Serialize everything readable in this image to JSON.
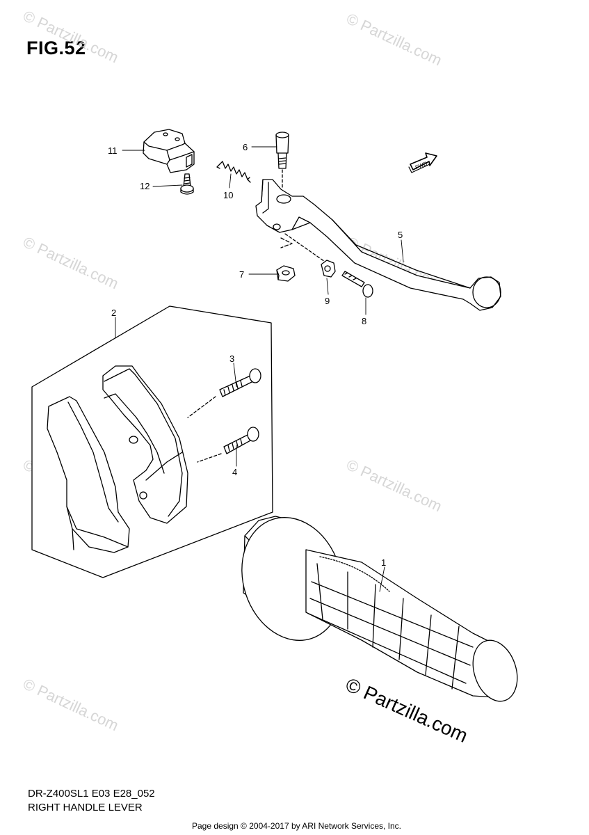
{
  "figure": {
    "title": "FIG.52",
    "model_code": "DR-Z400SL1 E03 E28_052",
    "caption": "RIGHT HANDLE LEVER"
  },
  "fwd_marker": "FWD",
  "callouts": [
    {
      "id": "c1",
      "label": "1"
    },
    {
      "id": "c2",
      "label": "2"
    },
    {
      "id": "c3",
      "label": "3"
    },
    {
      "id": "c4",
      "label": "4"
    },
    {
      "id": "c5",
      "label": "5"
    },
    {
      "id": "c6",
      "label": "6"
    },
    {
      "id": "c7",
      "label": "7"
    },
    {
      "id": "c8",
      "label": "8"
    },
    {
      "id": "c9",
      "label": "9"
    },
    {
      "id": "c10",
      "label": "10"
    },
    {
      "id": "c11",
      "label": "11"
    },
    {
      "id": "c12",
      "label": "12"
    }
  ],
  "watermark": {
    "small": "© Partzilla.com",
    "large": "© Partzilla.com"
  },
  "footer": {
    "credit": "Page design © 2004-2017 by ARI Network Services, Inc."
  }
}
